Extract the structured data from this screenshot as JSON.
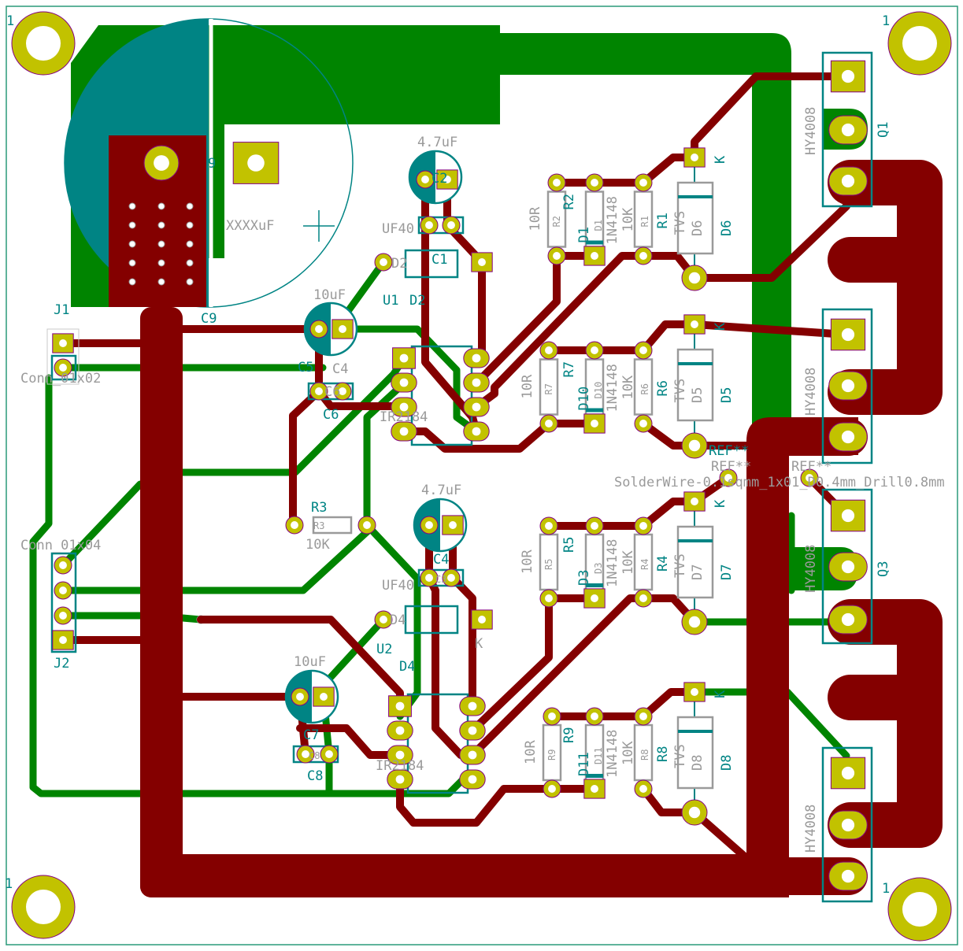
{
  "colors": {
    "front_copper": "#840000",
    "back_copper": "#008400",
    "pad": "#c2c200",
    "silkscreen": "#008484",
    "fabrication": "#9a9a9a",
    "board_edge": "#2a9a7a"
  },
  "labels": {
    "mh_tl": "1",
    "mh_tr": "1",
    "mh_bl": "1",
    "mh_br": "1",
    "c9_ref": "C9",
    "c9_pin": "9",
    "c9_value": "XXXXuF",
    "c2_value": "4.7uF",
    "c2_ref": "C2",
    "uf_top": "UF40",
    "c1_ref": "C1",
    "d2_fab": "D2",
    "u1_ref": "U1",
    "d2_ref": "D2",
    "c5_value": "10uF",
    "c5_ref": "C5",
    "c4_top": "C4",
    "c6_fab": "C6",
    "c6_ref": "C6",
    "ir_top": "IR2184",
    "j1_ref": "J1",
    "j1_value": "Conn_01x02",
    "r3_ref": "R3",
    "r3_fab": "R3",
    "r3_value": "10K",
    "j2_value": "Conn_01x04",
    "j2_ref": "J2",
    "c4_value": "4.7uF",
    "c4_ref": "C4",
    "uf_bot": "UF40",
    "c3_fab": "C3",
    "d4_fab": "D4",
    "u2_ref": "U2",
    "d4_ref": "D4",
    "k_d4": "K",
    "c7_value": "10uF",
    "c7_ref": "C7",
    "c8_fab": "C8",
    "c8_ref": "C8",
    "ir_bot": "IR2184",
    "row1": {
      "r_val": "10R",
      "r_fab": "R2",
      "r_ref": "R2",
      "d_ref": "D1",
      "d_fab": "D1",
      "d_val": "1N4148",
      "r2_val": "10K",
      "r2_fab": "R1",
      "r2_ref": "R1",
      "tvs": "TVS",
      "tvs_fab": "D6",
      "tvs_ref": "D6",
      "k": "K"
    },
    "row2": {
      "r_val": "10R",
      "r_fab": "R7",
      "r_ref": "R7",
      "d_ref": "D10",
      "d_fab": "D10",
      "d_val": "1N4148",
      "r2_val": "10K",
      "r2_fab": "R6",
      "r2_ref": "R6",
      "tvs": "TVS",
      "tvs_fab": "D5",
      "tvs_ref": "D5",
      "k": "K"
    },
    "row3": {
      "r_val": "10R",
      "r_fab": "R5",
      "r_ref": "R5",
      "d_ref": "D3",
      "d_fab": "D3",
      "d_val": "1N4148",
      "r2_val": "10K",
      "r2_fab": "R4",
      "r2_ref": "R4",
      "tvs": "TVS",
      "tvs_fab": "D7",
      "tvs_ref": "D7",
      "k": "K"
    },
    "row4": {
      "r_val": "10R",
      "r_fab": "R9",
      "r_ref": "R9",
      "d_ref": "D11",
      "d_fab": "D11",
      "d_val": "1N4148",
      "r2_val": "10K",
      "r2_fab": "R8",
      "r2_ref": "R8",
      "tvs": "TVS",
      "tvs_fab": "D8",
      "tvs_ref": "D8",
      "k": "K"
    },
    "q1_val": "HY4008",
    "q1_ref": "Q1",
    "q2_val": "HY4008",
    "q3_val": "HY4008",
    "q3_ref": "Q3",
    "q4_val": "HY4008",
    "ref1": "REF**",
    "ref2": "REF**",
    "ref3": "REF**",
    "solder": "SolderWire-0.1sqmm_1x01_D0.4mm_Drill0.8mm"
  }
}
